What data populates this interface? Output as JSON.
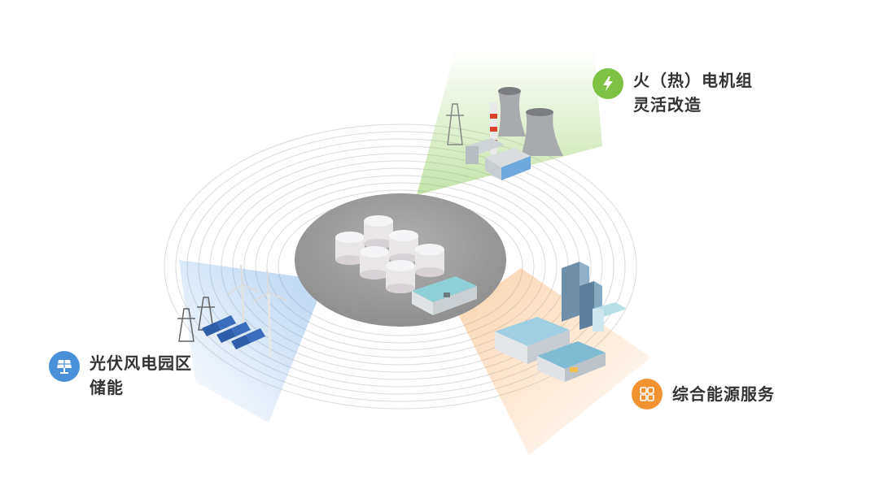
{
  "colors": {
    "thermal_accent": "#7DC242",
    "energy_service_accent": "#F39231",
    "solar_wind_accent": "#4A90D9",
    "ring_line": "#d8d8d8",
    "hub": "#9e9e9e",
    "label_text": "#333333"
  },
  "hub": {
    "icon": "energy-storage-tanks-icon"
  },
  "sectors": [
    {
      "key": "thermal",
      "icon": "lightning-bolt-icon",
      "illustration": "thermal-power-plant-icon",
      "line1": "火（热）电机组",
      "line2": "灵活改造"
    },
    {
      "key": "solar_wind",
      "icon": "solar-panel-icon",
      "illustration": "wind-solar-farm-icon",
      "line1": "光伏风电园区",
      "line2": "储能"
    },
    {
      "key": "energy_service",
      "icon": "grid-squares-icon",
      "illustration": "industrial-park-icon",
      "line1": "综合能源服务",
      "line2": ""
    }
  ]
}
